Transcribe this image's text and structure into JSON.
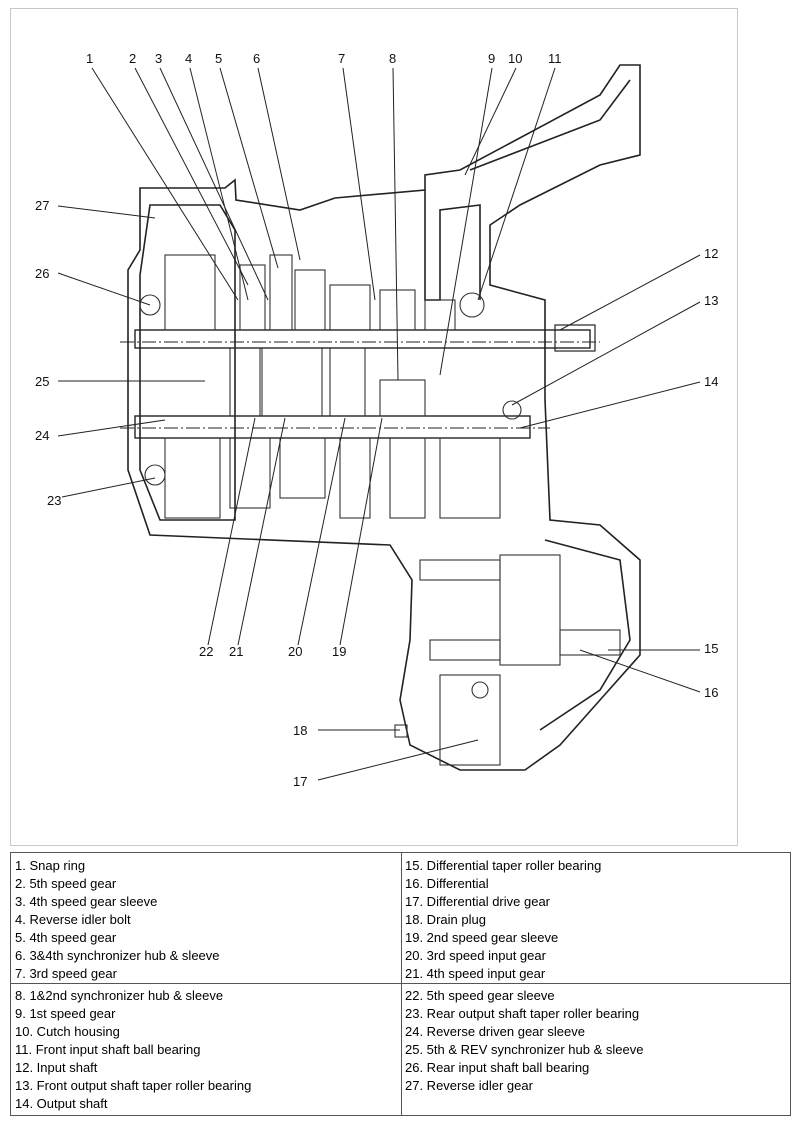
{
  "callouts": [
    "1",
    "2",
    "3",
    "4",
    "5",
    "6",
    "7",
    "8",
    "9",
    "10",
    "11",
    "12",
    "13",
    "14",
    "15",
    "16",
    "17",
    "18",
    "19",
    "20",
    "21",
    "22",
    "23",
    "24",
    "25",
    "26",
    "27"
  ],
  "legend": {
    "left_top": [
      "1. Snap ring",
      "2. 5th speed gear",
      "3. 4th speed gear sleeve",
      "4. Reverse idler bolt",
      "5. 4th speed gear",
      "6. 3&4th synchronizer hub & sleeve",
      "7. 3rd speed gear"
    ],
    "left_bottom": [
      "8. 1&2nd synchronizer hub & sleeve",
      "9. 1st speed gear",
      "10. Cutch housing",
      "11. Front input shaft ball bearing",
      "12. Input shaft",
      "13. Front output shaft taper roller bearing",
      "14. Output shaft"
    ],
    "right_top": [
      "15. Differential taper roller bearing",
      "16. Differential",
      "17. Differential drive gear",
      "18. Drain plug",
      "19. 2nd speed gear sleeve",
      "20. 3rd speed input gear",
      "21. 4th speed input gear"
    ],
    "right_bottom": [
      "22. 5th speed gear sleeve",
      "23. Rear output shaft taper roller bearing",
      "24. Reverse driven gear sleeve",
      "25. 5th & REV synchronizer hub & sleeve",
      "26. Rear input shaft ball bearing",
      "27. Reverse idler gear"
    ]
  }
}
